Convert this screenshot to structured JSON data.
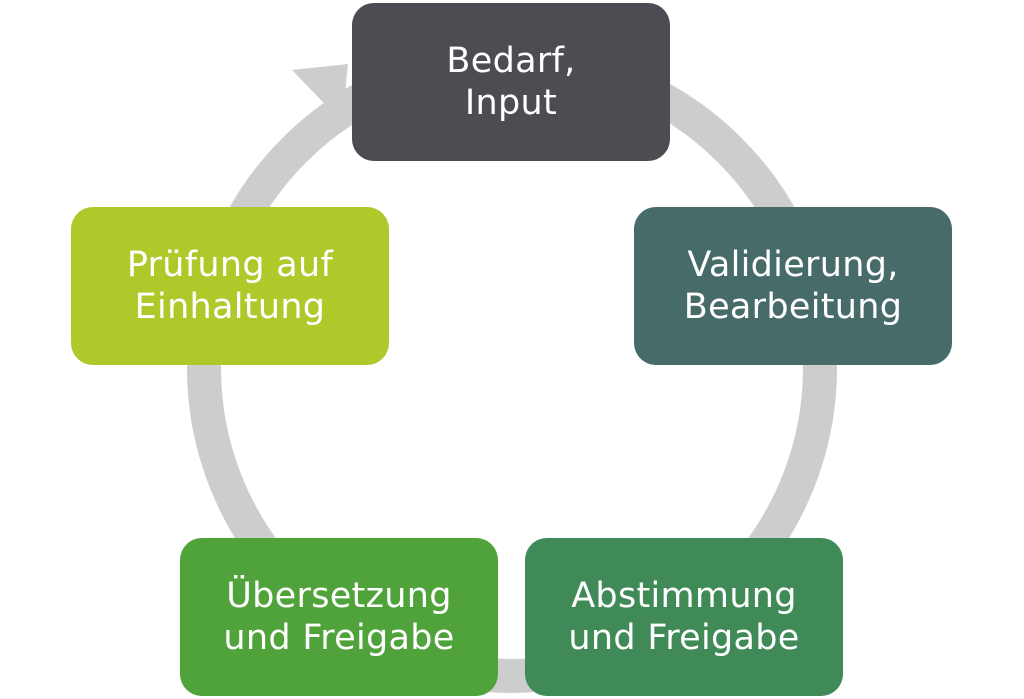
{
  "diagram": {
    "ring_color": "#cdcdcd",
    "steps": [
      {
        "label": "Bedarf,\nInput",
        "color": "#4b4d52"
      },
      {
        "label": "Validierung,\nBearbeitung",
        "color": "#476b69"
      },
      {
        "label": "Abstimmung\nund Freigabe",
        "color": "#3f8a57"
      },
      {
        "label": "Übersetzung\nund Freigabe",
        "color": "#4fa33a"
      },
      {
        "label": "Prüfung auf\nEinhaltung",
        "color": "#adc92a"
      }
    ]
  }
}
